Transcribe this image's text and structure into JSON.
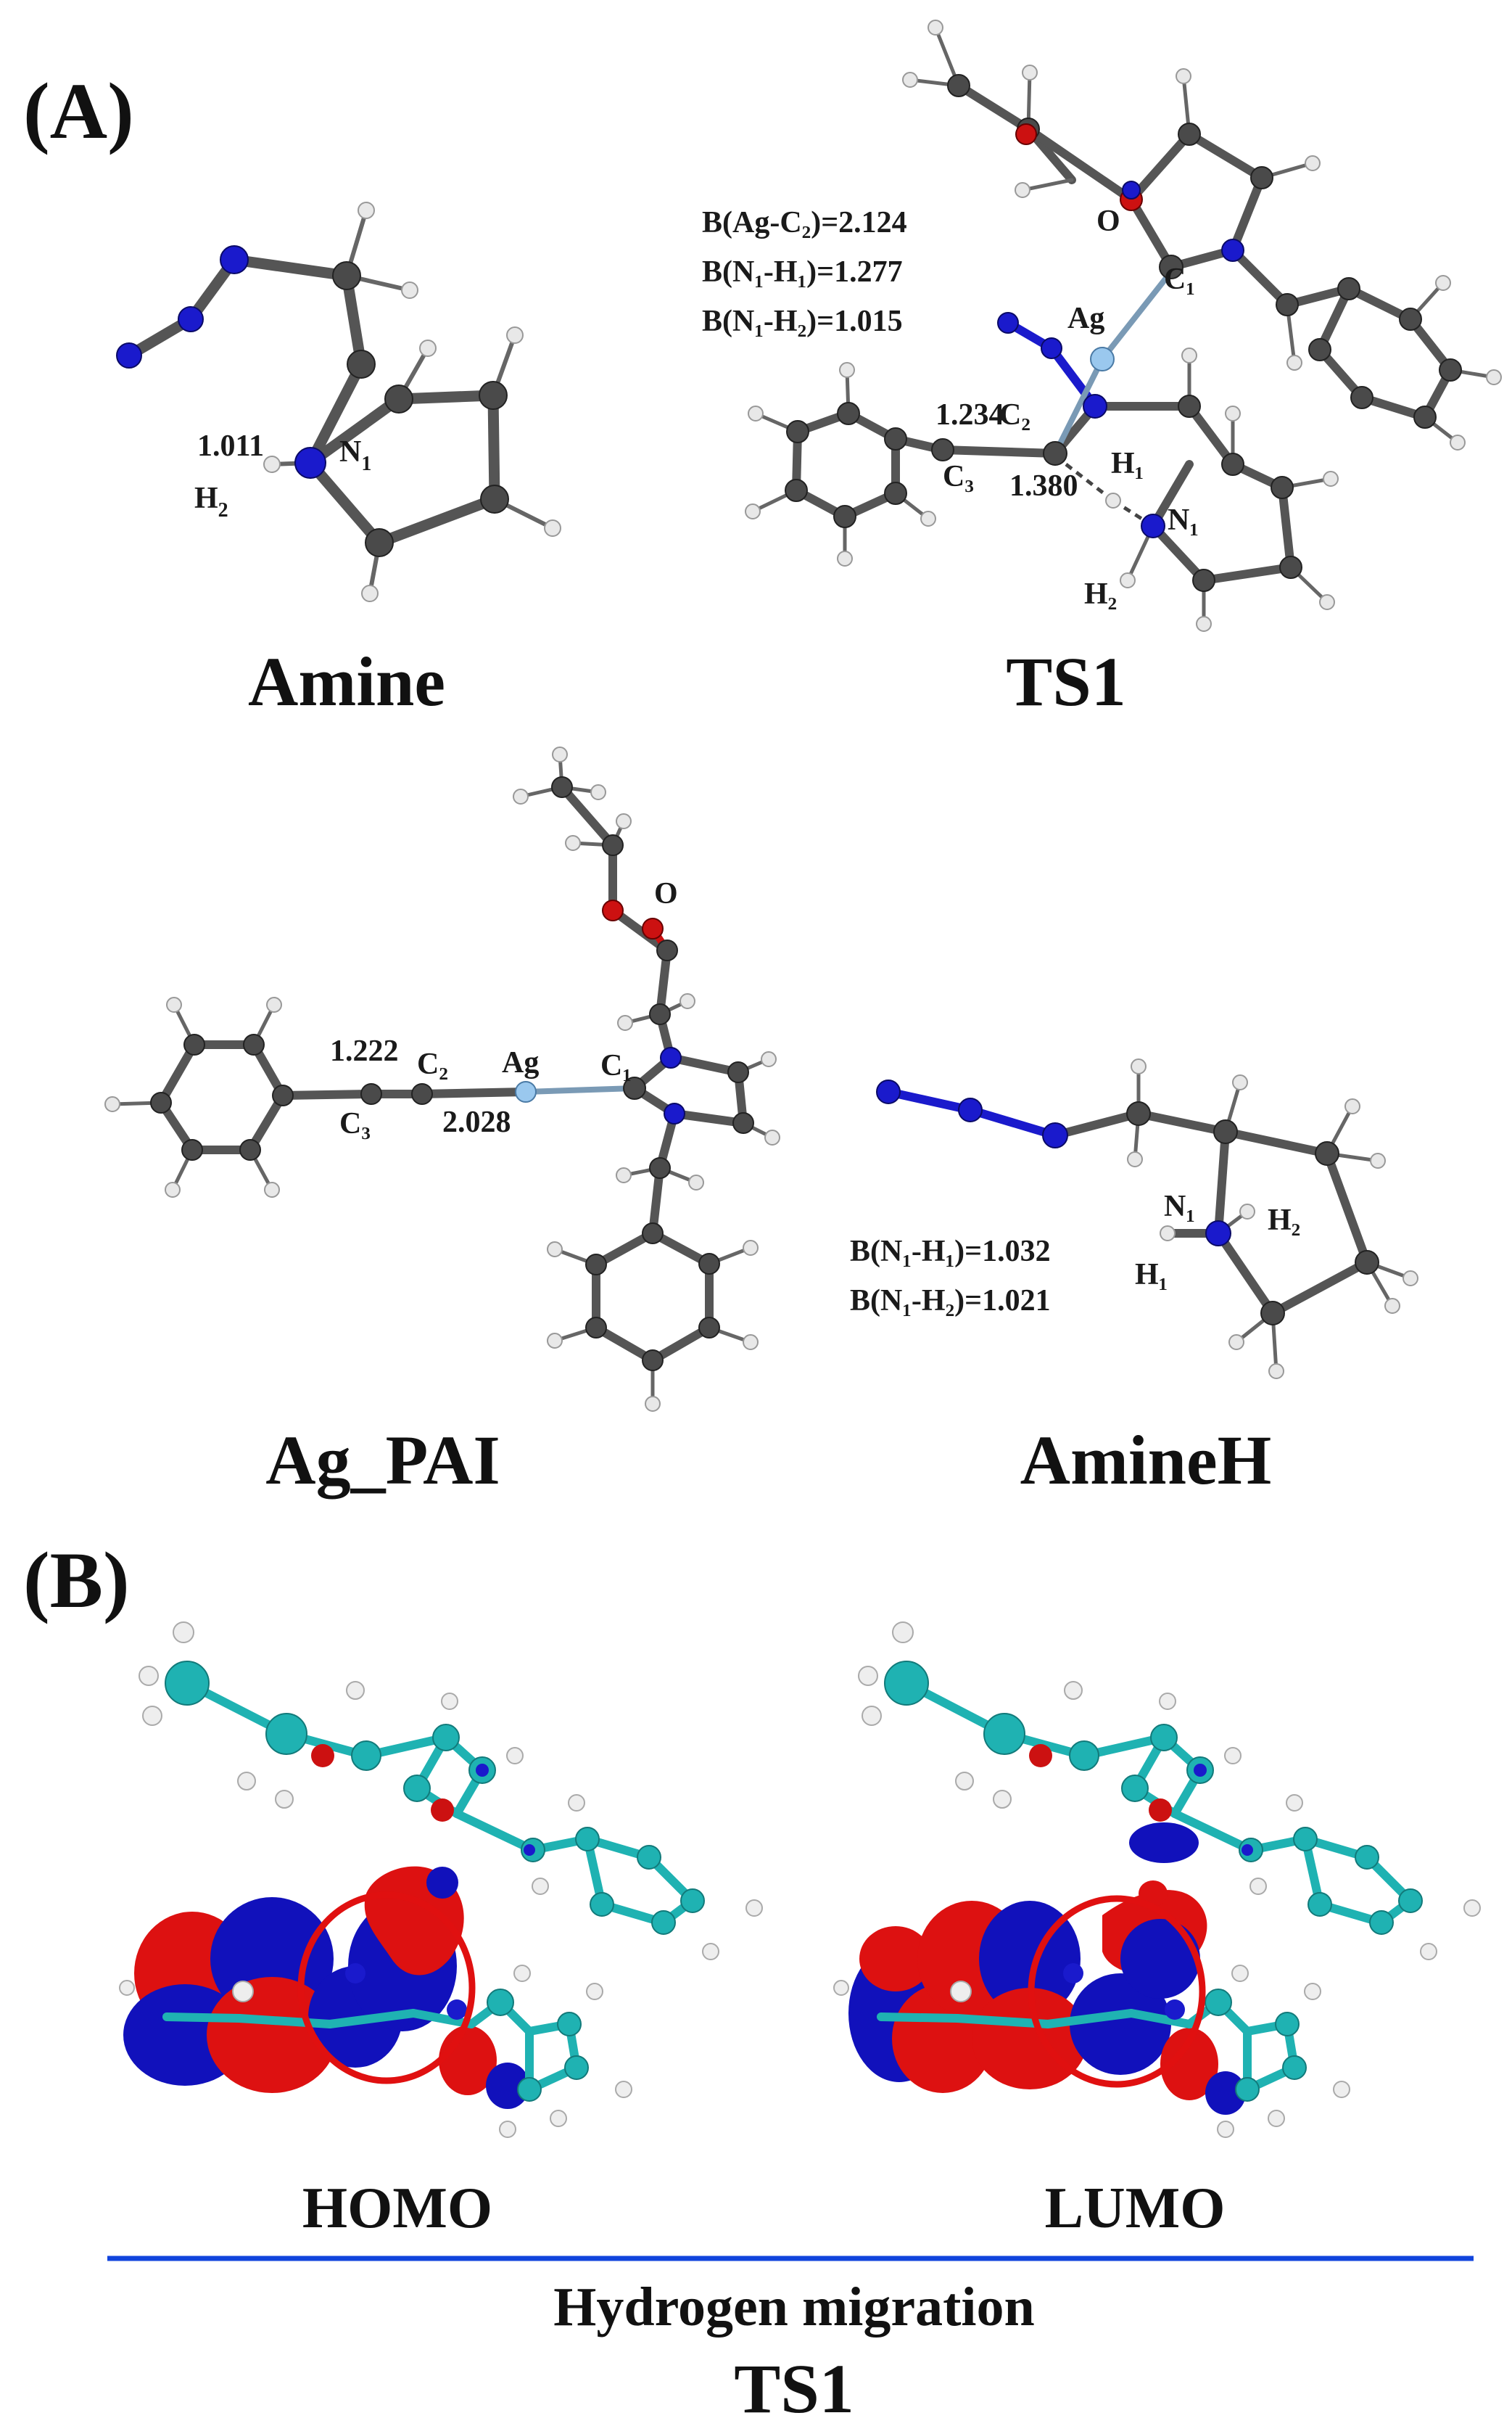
{
  "panels": {
    "a_label": "(A)",
    "b_label": "(B)"
  },
  "molecules": {
    "amine": {
      "name": "Amine",
      "bond": "1.011",
      "atom_n": "N",
      "atom_n_sub": "1",
      "atom_h": "H",
      "atom_h_sub": "2"
    },
    "ts1": {
      "name": "TS1",
      "metrics": [
        "B(Ag-C₂)=2.124",
        "B(N₁-H₁)=1.277",
        "B(N₁-H₂)=1.015"
      ],
      "bond_c2": "1.234",
      "bond_h1": "1.380",
      "atom_o": "O",
      "atom_ag": "Ag",
      "atom_c1": "C₁",
      "atom_c2": "C₂",
      "atom_c3": "C₃",
      "atom_h1": "H₁",
      "atom_n1": "N₁",
      "atom_h2": "H₂"
    },
    "ag_pai": {
      "name": "Ag_PAI",
      "bond_c3c2": "1.222",
      "bond_agc2": "2.028",
      "atom_o": "O",
      "atom_ag": "Ag",
      "atom_c1": "C₁",
      "atom_c2": "C₂",
      "atom_c3": "C₃"
    },
    "amineh": {
      "name": "AmineH",
      "metrics": [
        "B(N₁-H₁)=1.032",
        "B(N₁-H₂)=1.021"
      ],
      "atom_n1": "N₁",
      "atom_h1": "H₁",
      "atom_h2": "H₂"
    }
  },
  "orbitals": {
    "homo": "HOMO",
    "lumo": "LUMO",
    "caption": "Hydrogen migration",
    "subcaption": "TS1"
  },
  "colors": {
    "carbon": "#555555",
    "hydrogen": "#e8e8e8",
    "nitrogen": "#1a1acc",
    "oxygen": "#cc1111",
    "silver": "#9ac8ee",
    "orbital_carbon": "#1fb2b2",
    "lobe_positive": "#dd1111",
    "lobe_negative": "#1111bb",
    "highlight_circle": "#e01010",
    "divider": "#1144dd"
  }
}
